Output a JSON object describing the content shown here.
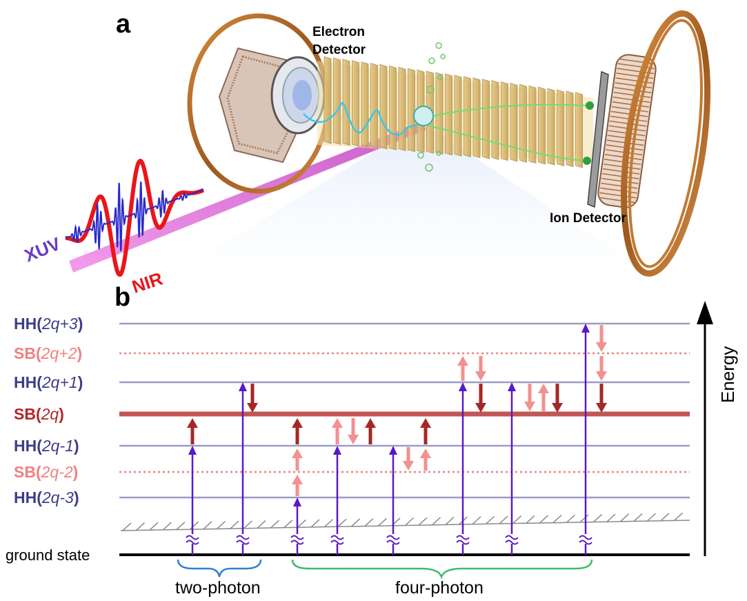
{
  "panel_labels": {
    "a": "a",
    "b": "b"
  },
  "apparatus": {
    "electron_detector_line1": "Electron",
    "electron_detector_line2": "Detector",
    "ion_detector": "Ion Detector",
    "xuv_label": "XUV",
    "nir_label": "NIR"
  },
  "levels": {
    "hh_2q3": {
      "prefix": "HH(",
      "arg": "2q+3",
      "suffix": ")"
    },
    "sb_2q2": {
      "prefix": "SB(",
      "arg": "2q+2",
      "suffix": ")"
    },
    "hh_2q1": {
      "prefix": "HH(",
      "arg": "2q+1",
      "suffix": ")"
    },
    "sb_2q": {
      "prefix": "SB(",
      "arg": "2q",
      "suffix": ")"
    },
    "hh_2qm1": {
      "prefix": "HH(",
      "arg": "2q-1",
      "suffix": ")"
    },
    "sb_2qm2": {
      "prefix": "SB(",
      "arg": "2q-2",
      "suffix": ")"
    },
    "hh_2qm3": {
      "prefix": "HH(",
      "arg": "2q-3",
      "suffix": ")"
    },
    "ground": "ground state"
  },
  "axis": {
    "energy": "Energy"
  },
  "braces": {
    "two_photon": "two-photon",
    "four_photon": "four-photon"
  },
  "colors": {
    "hh_text": "#3d3d8a",
    "sb_light": "#f08080",
    "sb_dark": "#b0282a",
    "xuv_arrow": "#5a18c8",
    "nir_light": "#f39090",
    "nir_dark": "#a52828",
    "brace_blue": "#2f7fd0",
    "brace_green": "#3dbb6a"
  }
}
